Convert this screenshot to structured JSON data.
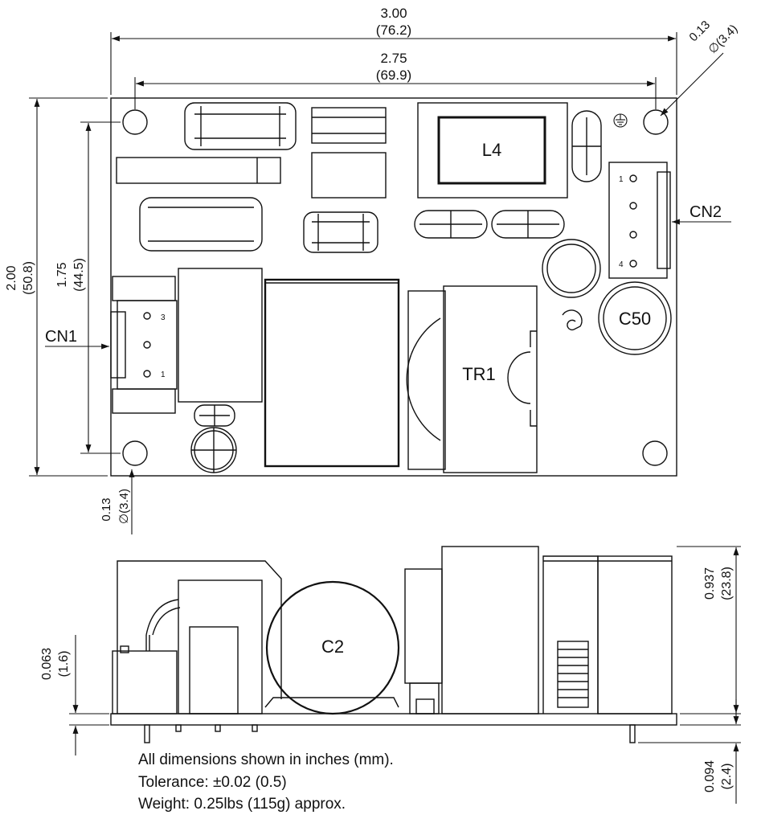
{
  "top_view": {
    "dim_overall_width": {
      "inch": "3.00",
      "mm": "(76.2)"
    },
    "dim_hole_spacing_x": {
      "inch": "2.75",
      "mm": "(69.9)"
    },
    "dim_overall_height": {
      "inch": "2.00",
      "mm": "(50.8)"
    },
    "dim_hole_spacing_y": {
      "inch": "1.75",
      "mm": "(44.5)"
    },
    "dim_hole_top_right": {
      "inch": "0.13",
      "mm": "∅(3.4)"
    },
    "dim_hole_bottom_left": {
      "inch": "0.13",
      "mm": "∅(3.4)"
    },
    "connector_cn1": "CN1",
    "connector_cn2": "CN2",
    "component_l4": "L4",
    "component_c50": "C50",
    "component_tr1": "TR1",
    "cn1_pins": [
      "3",
      "1"
    ],
    "cn2_pins": [
      "1",
      "4"
    ]
  },
  "side_view": {
    "component_c2": "C2",
    "dim_total_height": {
      "inch": "0.937",
      "mm": "(23.8)"
    },
    "dim_board_thickness": {
      "inch": "0.063",
      "mm": "(1.6)"
    },
    "dim_pin_length": {
      "inch": "0.094",
      "mm": "(2.4)"
    }
  },
  "notes": [
    "All dimensions shown in inches (mm).",
    "Tolerance: ±0.02 (0.5)",
    "Weight: 0.25lbs (115g) approx."
  ]
}
